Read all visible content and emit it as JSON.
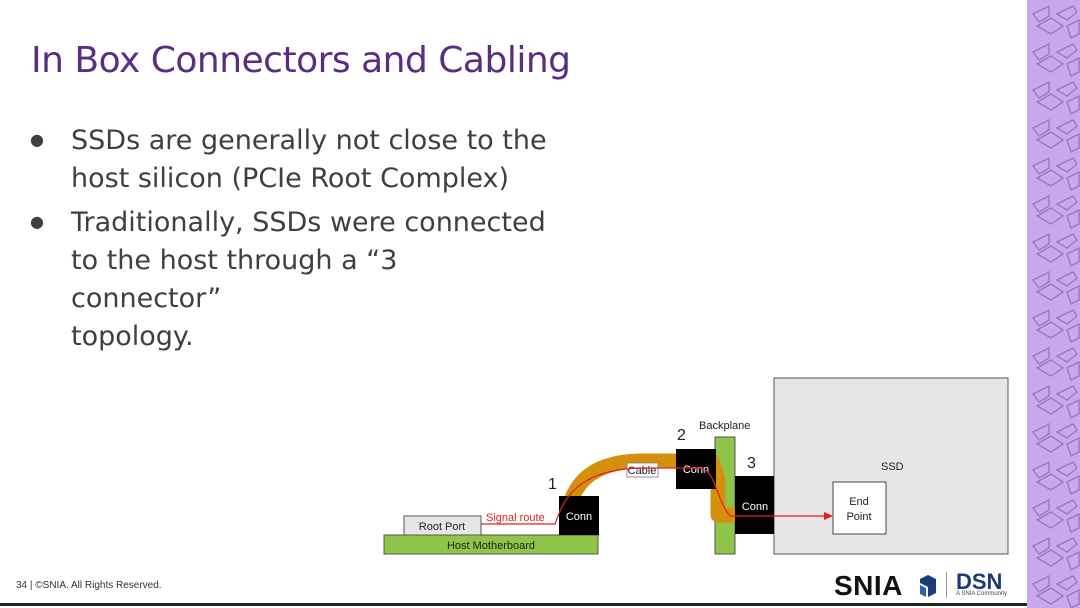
{
  "slide": {
    "title": "In Box Connectors and Cabling",
    "bullets": [
      [
        "SSDs are generally not close to the",
        "host silicon (PCIe Root Complex)"
      ],
      [
        "Traditionally, SSDs were connected",
        "to the host through a “3 connector”",
        "topology."
      ]
    ],
    "footer": "34 | ©SNIA. All Rights Reserved."
  },
  "diagram": {
    "labels": {
      "host_motherboard": "Host Motherboard",
      "root_port": "Root Port",
      "signal_route": "Signal route",
      "conn1": "Conn",
      "cable": "Cable",
      "conn2": "Conn",
      "backplane": "Backplane",
      "conn3": "Conn",
      "ssd": "SSD",
      "end_point_line1": "End",
      "end_point_line2": "Point",
      "num1": "1",
      "num2": "2",
      "num3": "3"
    },
    "colors": {
      "board_green": "#8fc549",
      "cable_orange": "#d4900c",
      "signal_red": "#e02020",
      "connector_black": "#000000",
      "ssd_gray": "#e6e6e6",
      "title_purple": "#5a2d82",
      "side_band_lavender": "#c9a8ec"
    }
  },
  "logos": {
    "snia": "SNIA",
    "dsn": "DSN",
    "dsn_subtitle": "A SNIA Community"
  }
}
